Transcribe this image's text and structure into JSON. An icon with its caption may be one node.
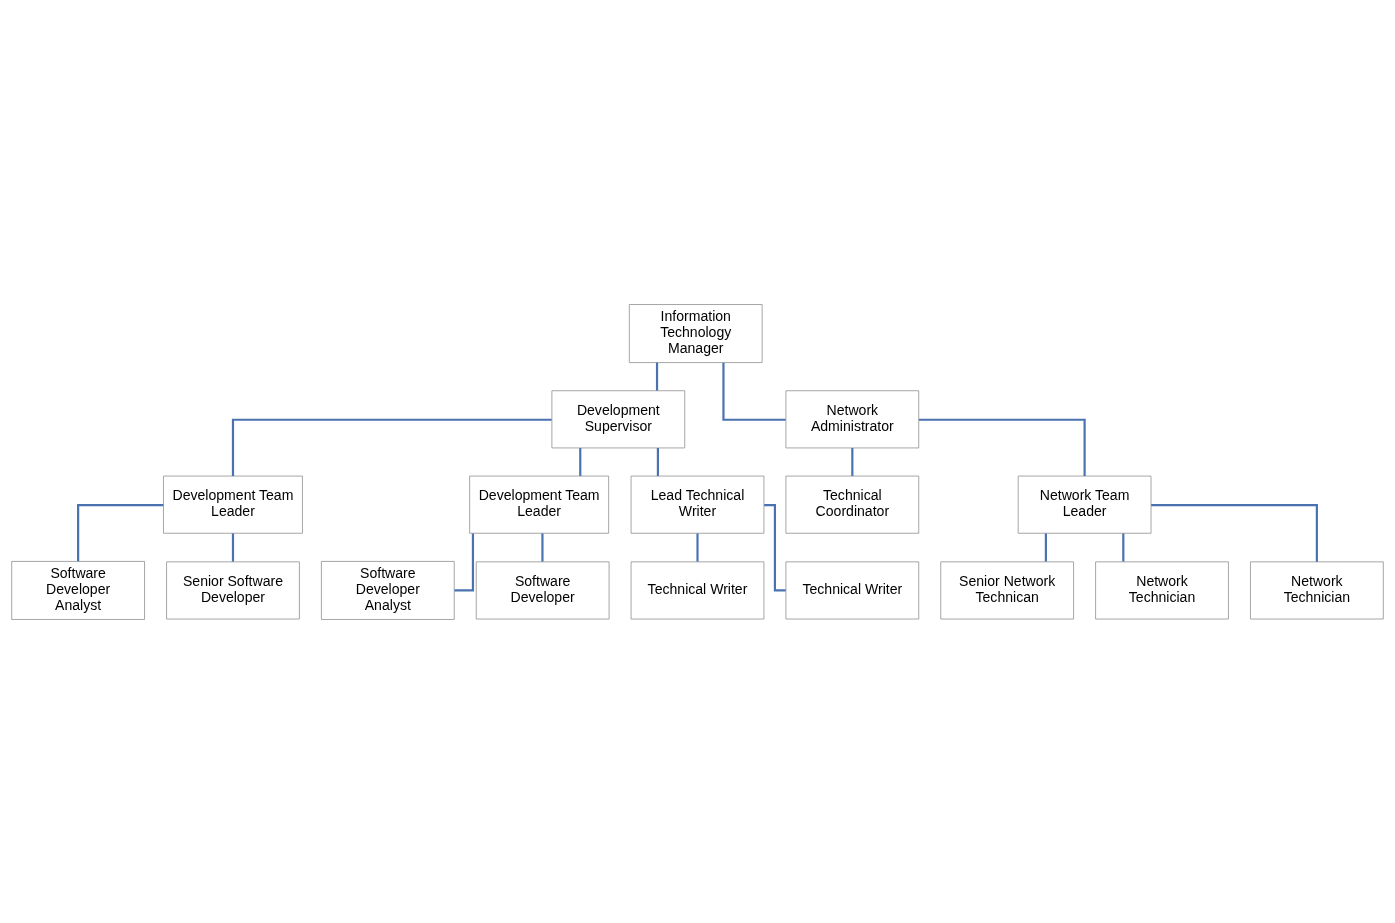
{
  "diagram": {
    "nodes": [
      {
        "text": [
          "Information Technology Manager"
        ]
      },
      {
        "text": [
          "Development Supervisor"
        ]
      },
      {
        "text": [
          "Network Administrator"
        ]
      },
      {
        "text": [
          "Development Team Leader"
        ]
      },
      {
        "text": [
          "Development Team Leader"
        ]
      },
      {
        "text": [
          "Lead Technical Writer"
        ]
      },
      {
        "text": [
          "Technical Coordinator"
        ]
      },
      {
        "text": [
          "Network Team Leader"
        ]
      },
      {
        "text": [
          "Software Developer Analyst"
        ]
      },
      {
        "text": [
          "Senior Software Developer"
        ]
      },
      {
        "text": [
          "Software Developer Analyst"
        ]
      },
      {
        "text": [
          "Software Developer"
        ]
      },
      {
        "text": [
          "Technical Writer"
        ]
      },
      {
        "text": [
          "Technical Writer"
        ]
      },
      {
        "text": [
          "Senior Network Technican"
        ]
      },
      {
        "text": [
          "Network Technician"
        ]
      },
      {
        "text": [
          "Network Technician"
        ]
      }
    ],
    "edges": [
      {
        "from": 0,
        "to": 1,
        "arrow": "none"
      },
      {
        "from": 0,
        "to": 2,
        "arrow": "none"
      },
      {
        "from": 1,
        "to": 3,
        "arrow": "none"
      },
      {
        "from": 1,
        "to": 4,
        "arrow": "none"
      },
      {
        "from": 1,
        "to": 5,
        "arrow": "none"
      },
      {
        "from": 2,
        "to": 6,
        "arrow": "none"
      },
      {
        "from": 2,
        "to": 7,
        "arrow": "none"
      },
      {
        "from": 3,
        "to": 8,
        "arrow": "none"
      },
      {
        "from": 3,
        "to": 9,
        "arrow": "none"
      },
      {
        "from": 4,
        "to": 10,
        "arrow": "none"
      },
      {
        "from": 4,
        "to": 11,
        "arrow": "none"
      },
      {
        "from": 5,
        "to": 12,
        "arrow": "none"
      },
      {
        "from": 5,
        "to": 13,
        "arrow": "none"
      },
      {
        "from": 7,
        "to": 14,
        "arrow": "none"
      },
      {
        "from": 7,
        "to": 15,
        "arrow": "none"
      },
      {
        "from": 7,
        "to": 16,
        "arrow": "none"
      }
    ]
  }
}
